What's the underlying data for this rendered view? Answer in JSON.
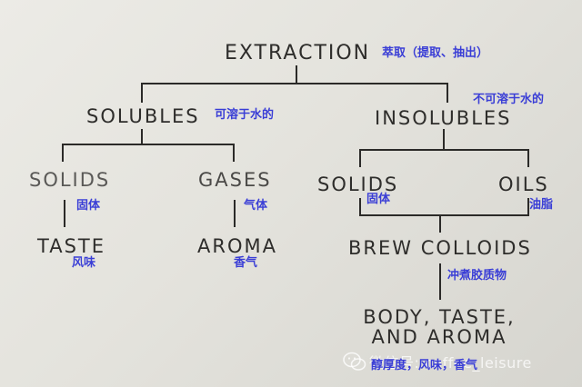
{
  "nodes": {
    "extraction": "EXTRACTION",
    "solubles": "SOLUBLES",
    "insolubles": "INSOLUBLES",
    "solids_left": "SOLIDS",
    "gases": "GASES",
    "solids_right": "SOLIDS",
    "oils": "OILS",
    "taste": "TASTE",
    "aroma": "AROMA",
    "brew_colloids": "BREW COLLOIDS",
    "body_line1": "BODY, TASTE,",
    "body_line2": "AND AROMA"
  },
  "annotations": {
    "extraction": "萃取（提取、抽出）",
    "solubles": "可溶于水的",
    "insolubles": "不可溶于水的",
    "solids_left": "固体",
    "gases": "气体",
    "solids_right": "固体",
    "oils": "油脂",
    "taste": "风味",
    "aroma": "香气",
    "brew_colloids": "冲煮胶质物",
    "body": "醇厚度，风味，香气"
  },
  "watermark": {
    "text": "微信号: coffee_leisure",
    "icon": "wechat-icon"
  },
  "colors": {
    "annotation": "#3a3ed6",
    "text": "#2e2d2b",
    "background": "#e8e7e2"
  }
}
